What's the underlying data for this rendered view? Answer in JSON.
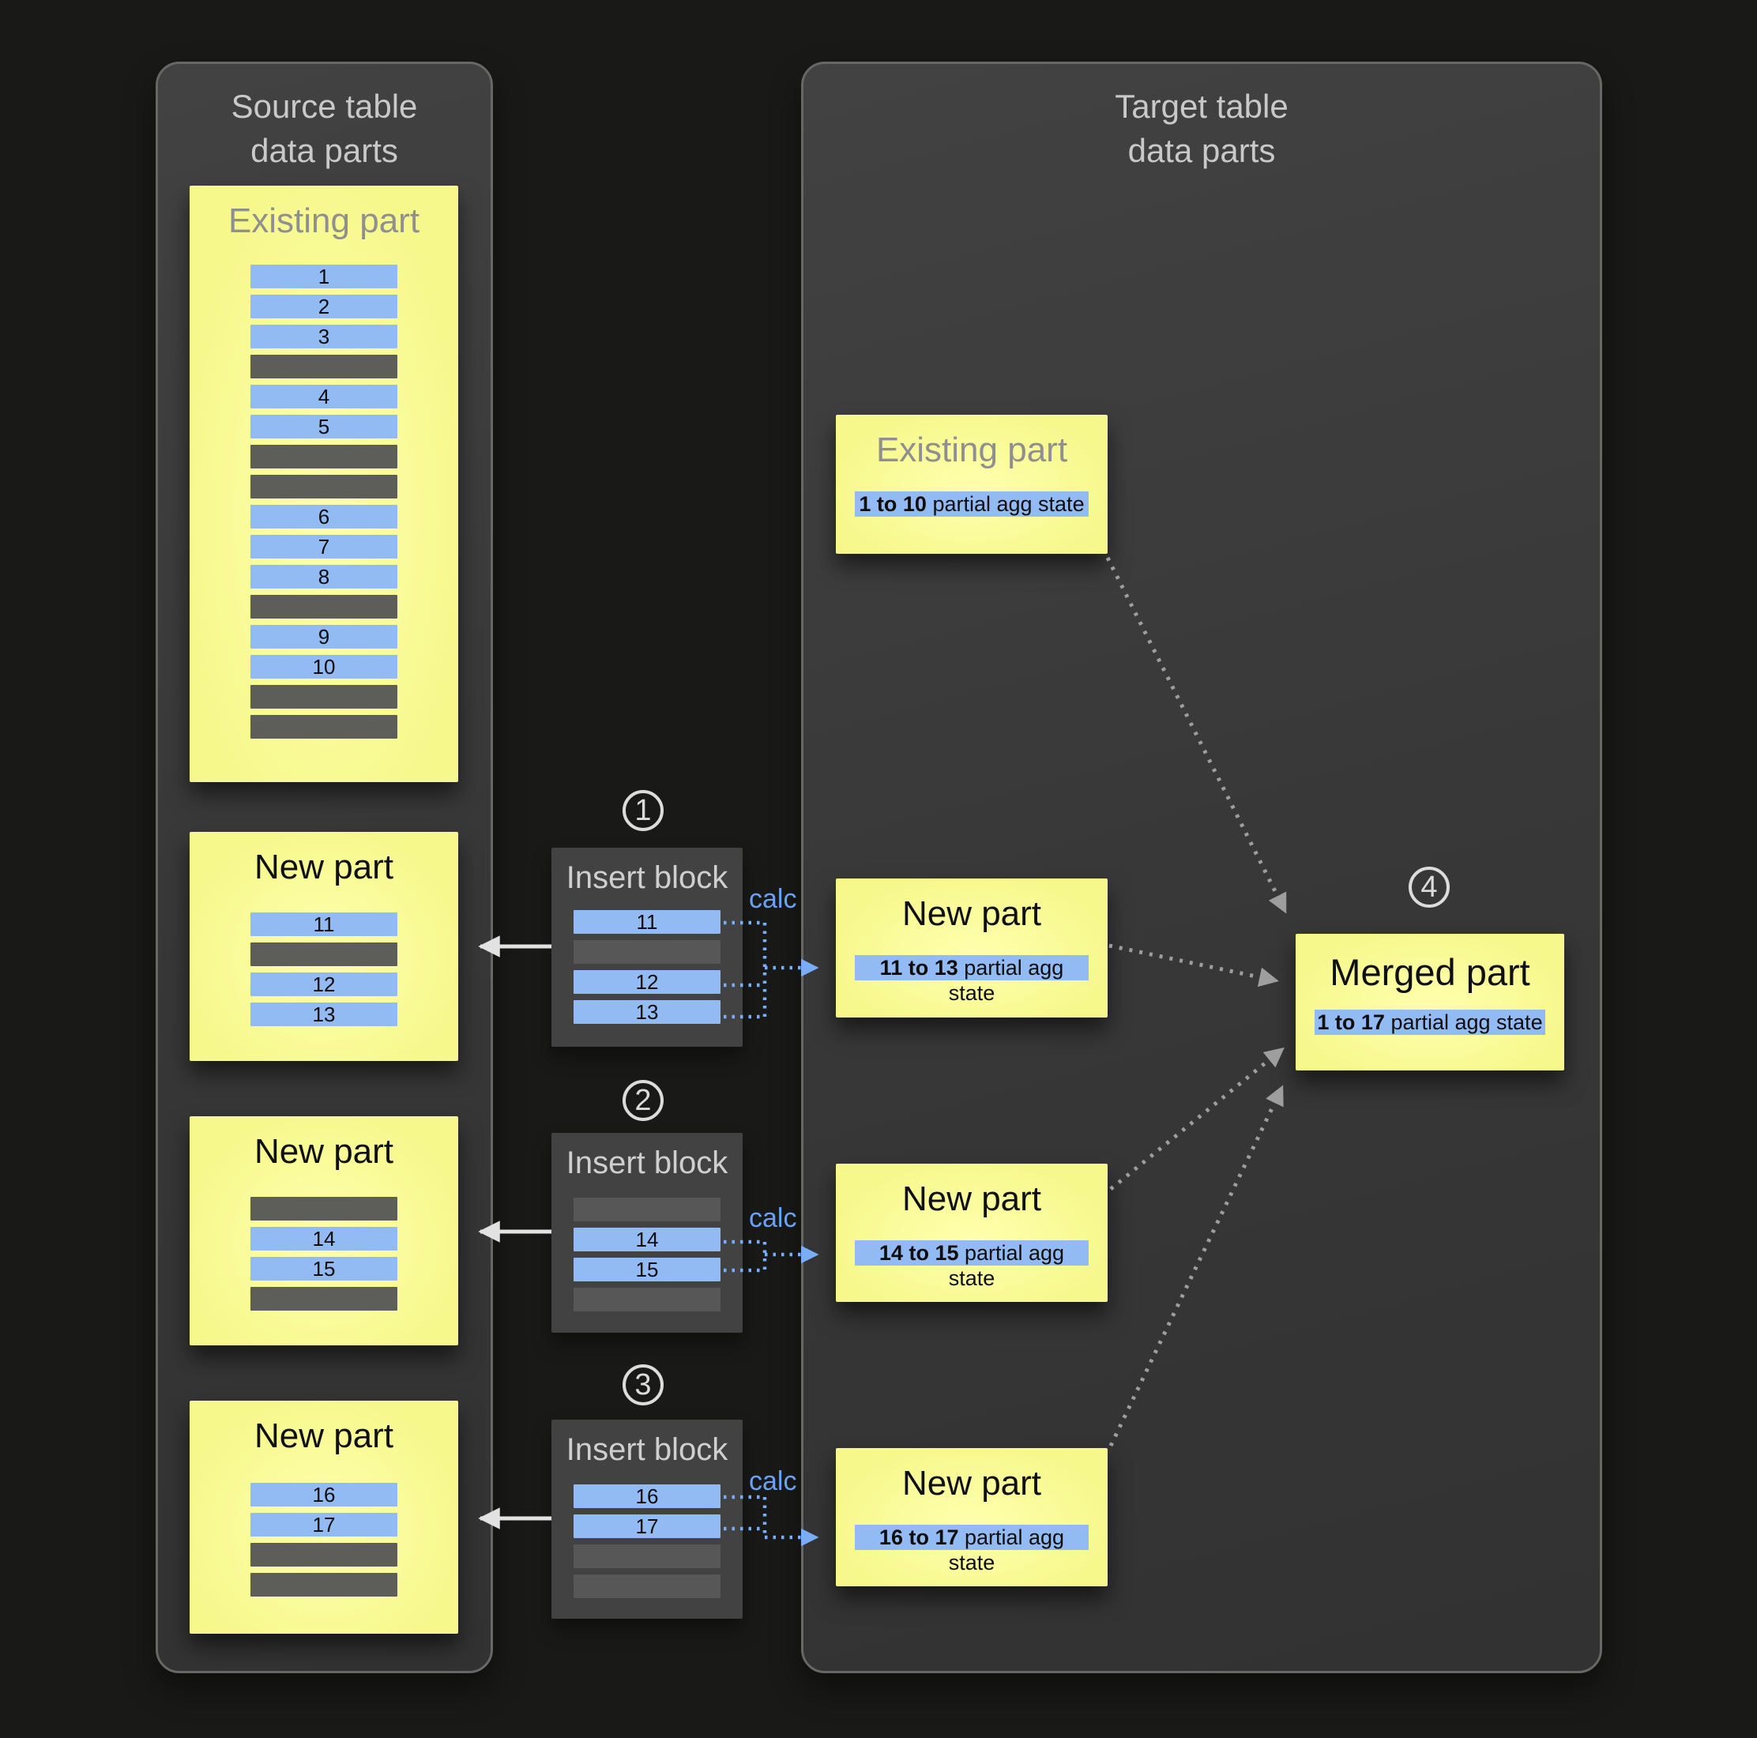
{
  "colors": {
    "page_bg": "#191918",
    "panel_bg": "#3a3a3a",
    "panel_border": "#676767",
    "part_yellow": "#f6f88c",
    "part_yellow_glow": "#ffffae",
    "row_blue": "#92baf3",
    "row_gray_on_yellow": "#5d5d59",
    "row_gray_on_dark": "#575757",
    "insert_block_bg": "#424242",
    "calc_blue": "#69a2f3",
    "arrow_white": "#e2e2e2",
    "arrow_gray": "#9e9e9e",
    "title_gray": "#c9c9c9",
    "part_title_gray": "#8f8f8f",
    "strip_blue": "#92baf3"
  },
  "source_panel": {
    "title_line1": "Source table",
    "title_line2": "data parts",
    "existing_part": {
      "title": "Existing part",
      "rows": [
        "1",
        "2",
        "3",
        "",
        "4",
        "5",
        "",
        "",
        "6",
        "7",
        "8",
        "",
        "9",
        "10",
        "",
        ""
      ]
    },
    "new_parts": [
      {
        "title": "New part",
        "rows": [
          "11",
          "",
          "12",
          "13"
        ]
      },
      {
        "title": "New part",
        "rows": [
          "",
          "14",
          "15",
          ""
        ]
      },
      {
        "title": "New part",
        "rows": [
          "16",
          "17",
          "",
          ""
        ]
      }
    ]
  },
  "insert_blocks": [
    {
      "step": "1",
      "title": "Insert block",
      "calc_label": "calc",
      "rows": [
        "11",
        "",
        "12",
        "13"
      ]
    },
    {
      "step": "2",
      "title": "Insert block",
      "calc_label": "calc",
      "rows": [
        "",
        "14",
        "15",
        ""
      ]
    },
    {
      "step": "3",
      "title": "Insert block",
      "calc_label": "calc",
      "rows": [
        "16",
        "17",
        "",
        ""
      ]
    }
  ],
  "target_panel": {
    "title_line1": "Target table",
    "title_line2": "data parts",
    "existing_part": {
      "title": "Existing part",
      "agg_bold": "1 to 10",
      "agg_rest": " partial agg state"
    },
    "new_parts": [
      {
        "title": "New part",
        "agg_bold": "11 to 13",
        "agg_rest": " partial agg state"
      },
      {
        "title": "New part",
        "agg_bold": "14 to 15",
        "agg_rest": " partial agg state"
      },
      {
        "title": "New part",
        "agg_bold": "16 to 17",
        "agg_rest": " partial agg state"
      }
    ],
    "merged_part": {
      "step": "4",
      "title": "Merged part",
      "agg_bold": "1 to 17",
      "agg_rest": " partial agg state"
    }
  }
}
